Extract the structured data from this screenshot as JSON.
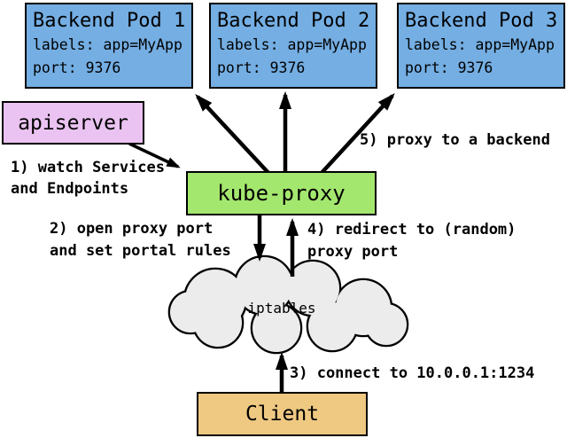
{
  "diagram": {
    "pods": [
      {
        "title": "Backend Pod 1",
        "labels_line": "labels: app=MyApp",
        "port_line": "port: 9376"
      },
      {
        "title": "Backend Pod 2",
        "labels_line": "labels: app=MyApp",
        "port_line": "port: 9376"
      },
      {
        "title": "Backend Pod 3",
        "labels_line": "labels: app=MyApp",
        "port_line": "port: 9376"
      }
    ],
    "apiserver": {
      "label": "apiserver"
    },
    "kube_proxy": {
      "label": "kube-proxy"
    },
    "iptables": {
      "label": "iptables"
    },
    "client": {
      "label": "Client"
    },
    "annotations": {
      "step1": "1) watch Services\nand Endpoints",
      "step2": "2) open proxy port\nand set portal rules",
      "step3": "3) connect to 10.0.0.1:1234",
      "step4": "4) redirect to (random)\nproxy port",
      "step5": "5) proxy to a backend"
    },
    "colors": {
      "pod_fill": "#74AEE3",
      "apiserver_fill": "#EBC3F2",
      "kube_proxy_fill": "#A4E76F",
      "client_fill": "#EFC982",
      "cloud_fill": "#ECECEC",
      "outline": "#000000"
    }
  }
}
